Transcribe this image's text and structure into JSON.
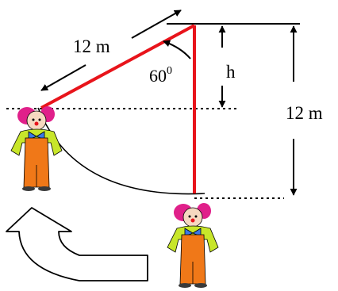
{
  "labels": {
    "rope_length": "12 m",
    "angle_value": "60",
    "angle_unit": "0",
    "height_symbol": "h",
    "total_height": "12 m"
  },
  "colors": {
    "rope": "#e8141b",
    "line": "#000000",
    "hair": "#e0208a",
    "shirt": "#c8e62a",
    "overalls": "#f07818",
    "bowtie": "#3a78e6",
    "skin": "#f6d8c0",
    "shoe": "#3a3a3a"
  },
  "icons": [
    "clown-figure-icon",
    "curved-arrow-icon"
  ]
}
